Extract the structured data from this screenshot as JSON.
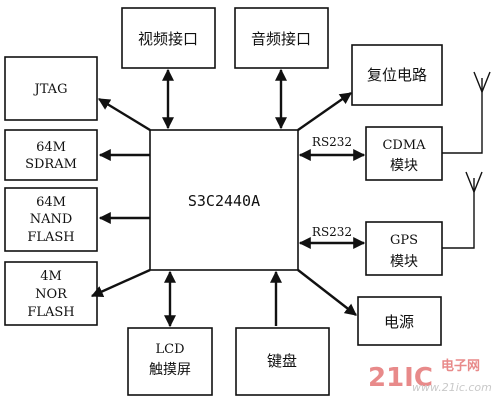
{
  "cpu": {
    "label": "S3C2440A"
  },
  "blocks": {
    "video": [
      "视频接口"
    ],
    "audio": [
      "音频接口"
    ],
    "jtag": [
      "JTAG"
    ],
    "reset": [
      "复位电路"
    ],
    "sdram": [
      "64M",
      "SDRAM"
    ],
    "nand": [
      "64M",
      "NAND",
      "FLASH"
    ],
    "nor": [
      "4M",
      "NOR",
      "FLASH"
    ],
    "cdma": [
      "CDMA",
      "模块"
    ],
    "gps": [
      "GPS",
      "模块"
    ],
    "power": [
      "电源"
    ],
    "lcd": [
      "LCD",
      "触摸屏"
    ],
    "keyboard": [
      "键盘"
    ]
  },
  "links": {
    "cdma": "RS232",
    "gps": "RS232"
  },
  "watermark": {
    "brand": "21IC",
    "cn": "电子网",
    "url": "www.21ic.com"
  }
}
